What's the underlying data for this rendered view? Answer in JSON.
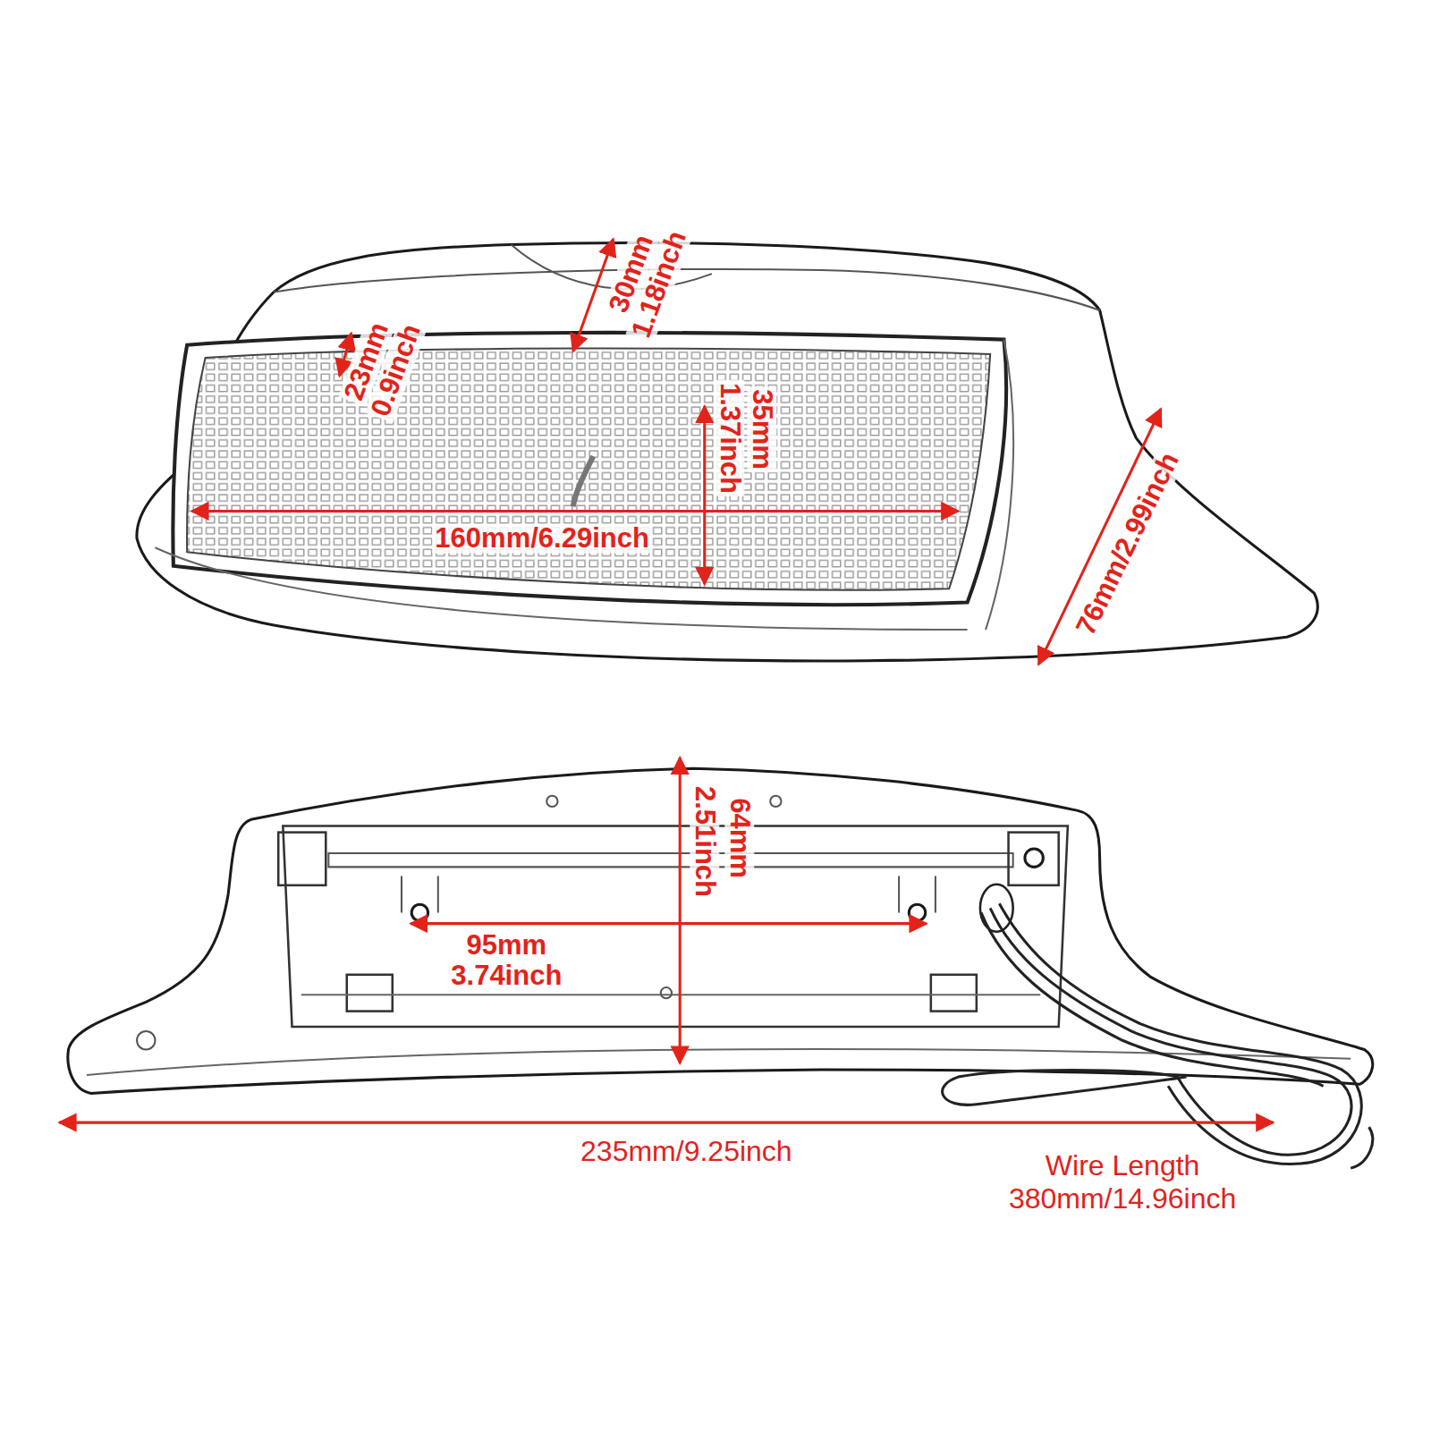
{
  "diagram": {
    "labels": [
      "30mm",
      "1.18inch",
      "23mm",
      "0.9inch",
      "35mm",
      "1.37inch",
      "160mm/6.29inch",
      "76mm/2.99inch",
      "64mm",
      "2.51inch",
      "95mm",
      "3.74inch",
      "235mm/9.25inch",
      "Wire Length",
      "380mm/14.96inch"
    ]
  }
}
